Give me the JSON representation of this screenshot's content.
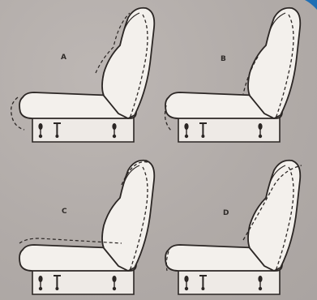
{
  "figure": {
    "panels": [
      {
        "label": "A"
      },
      {
        "label": "B"
      },
      {
        "label": "C"
      },
      {
        "label": "D"
      }
    ]
  },
  "colors": {
    "background": "#b3adaa",
    "seat_fill": "#f1eeea",
    "outline": "#2b2624",
    "corner_accent": "#1f6fb5"
  }
}
